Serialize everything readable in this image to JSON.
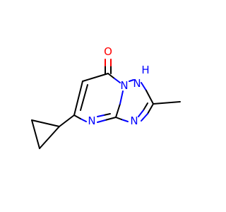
{
  "molecule": {
    "atoms": {
      "oxygen": {
        "symbol": "O",
        "color": "#ff0000"
      },
      "n_bridge": {
        "symbol": "N",
        "color": "#0000ff"
      },
      "n_h": {
        "symbol": "N",
        "color": "#0000ff"
      },
      "h_on_n": {
        "symbol": "H",
        "color": "#0000ff"
      },
      "n_left": {
        "symbol": "N",
        "color": "#0000ff"
      },
      "n_right": {
        "symbol": "N",
        "color": "#0000ff"
      }
    }
  }
}
